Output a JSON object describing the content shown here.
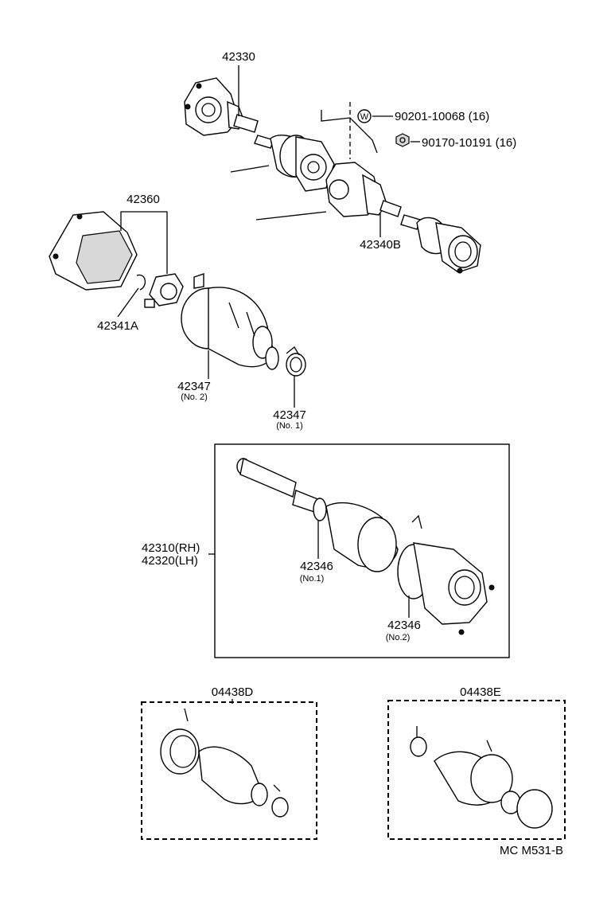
{
  "labels": {
    "p42330": "42330",
    "p90201": "90201-10068 (16)",
    "p90170": "90170-10191 (16)",
    "p42360": "42360",
    "p42340b": "42340B",
    "p42341a": "42341A",
    "p42347_no2": "42347",
    "p42347_no2_sub": "(No. 2)",
    "p42347_no1": "42347",
    "p42347_no1_sub": "(No. 1)",
    "p42310": "42310(RH)",
    "p42320": "42320(LH)",
    "p42346_no1": "42346",
    "p42346_no1_sub": "(No.1)",
    "p42346_no2": "42346",
    "p42346_no2_sub": "(No.2)",
    "p04438d": "04438D",
    "p04438e": "04438E",
    "washer_mark": "W",
    "footer_code": "MC M531-B"
  }
}
